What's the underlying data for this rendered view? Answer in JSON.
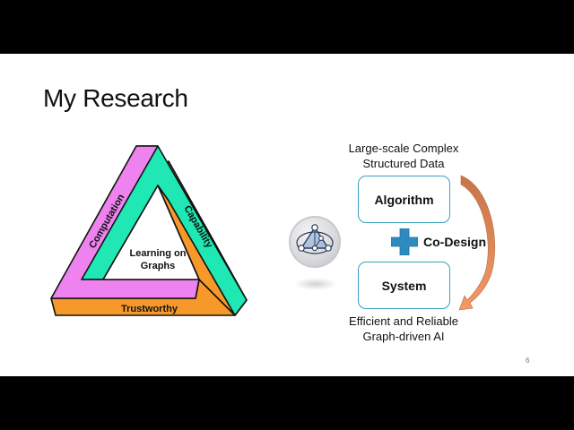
{
  "slide": {
    "title": "My Research",
    "page_number": "6",
    "triangle": {
      "sides": {
        "left": {
          "label": "Computation",
          "color": "#EE82EE"
        },
        "right": {
          "label": "Capability",
          "color": "#1FE8B4"
        },
        "bottom": {
          "label": "Trustworthy",
          "color": "#F7992A"
        }
      },
      "center_line1": "Learning on",
      "center_line2": "Graphs"
    },
    "icon": "graph-triangle-icon",
    "codesign": {
      "top_caption_line1": "Large-scale Complex",
      "top_caption_line2": "Structured Data",
      "algorithm_label": "Algorithm",
      "plus_icon": "plus-icon",
      "codesign_label": "Co-Design",
      "system_label": "System",
      "bottom_caption_line1": "Efficient and Reliable",
      "bottom_caption_line2": "Graph-driven AI",
      "box_border_color": "#3AA0C0",
      "plus_color": "#2E8BC0",
      "arrow_color": "#E8925A"
    }
  }
}
